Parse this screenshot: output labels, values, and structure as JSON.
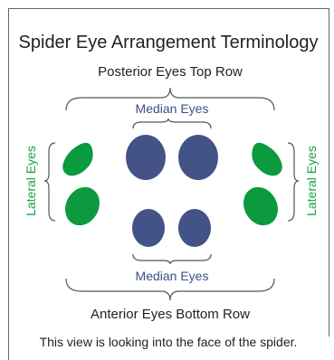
{
  "title": "Spider Eye Arrangement Terminology",
  "labels": {
    "posterior_row": "Posterior Eyes Top Row",
    "median_top": "Median Eyes",
    "median_bottom": "Median Eyes",
    "lateral_left": "Lateral Eyes",
    "lateral_right": "Lateral Eyes",
    "anterior_row": "Anterior Eyes Bottom Row",
    "caption": "This view is looking into the face of the spider."
  },
  "colors": {
    "median_eye": "#435287",
    "lateral_eye": "#0c9a3e",
    "median_label": "#3d4f86",
    "lateral_label": "#17a24a",
    "text": "#222222",
    "bracket": "#555555",
    "border": "#666666"
  }
}
